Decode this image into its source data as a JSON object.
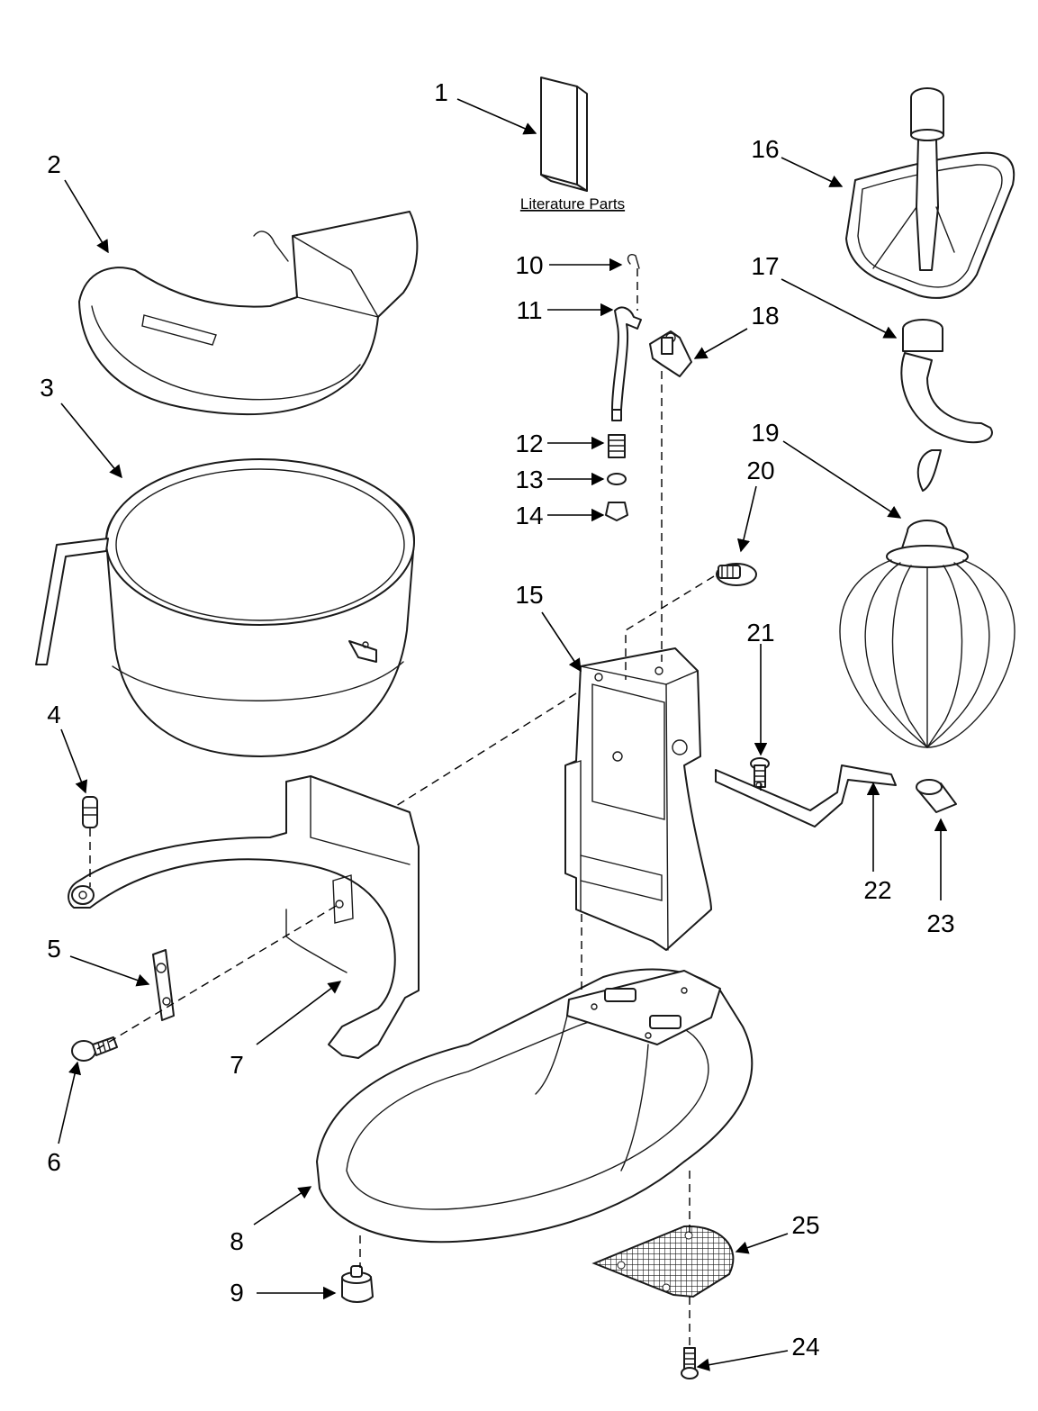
{
  "diagram": {
    "literature_label": "Literature Parts",
    "callouts": [
      "1",
      "2",
      "3",
      "4",
      "5",
      "6",
      "7",
      "8",
      "9",
      "10",
      "11",
      "12",
      "13",
      "14",
      "15",
      "16",
      "17",
      "18",
      "19",
      "20",
      "21",
      "22",
      "23",
      "24",
      "25"
    ]
  },
  "colors": {
    "line": "#1a1a1a",
    "background": "#ffffff"
  }
}
